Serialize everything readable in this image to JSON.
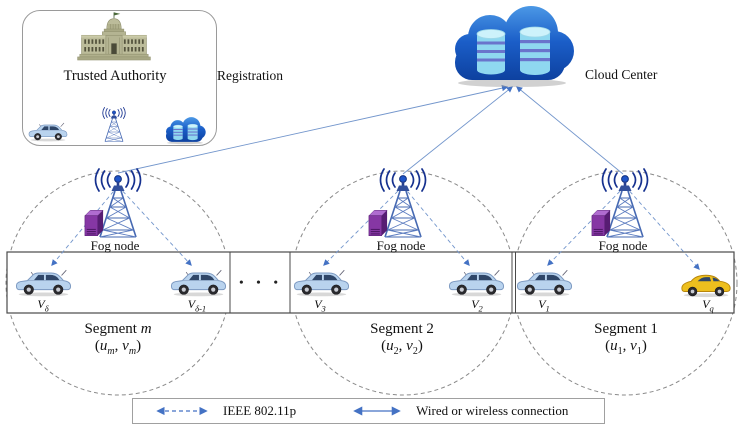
{
  "trusted_authority": {
    "title": "Trusted Authority",
    "registration": "Registration"
  },
  "cloud": {
    "label": "Cloud Center"
  },
  "segments": [
    {
      "fog_label": "Fog node",
      "name_text": "Segment",
      "name_var": "m",
      "pair": [
        "(",
        "u",
        "m",
        ", ",
        "v",
        "m",
        ")"
      ],
      "vehicles": [
        {
          "base": "V",
          "sub": "δ"
        },
        {
          "base": "V",
          "sub": "δ-1"
        }
      ]
    },
    {
      "fog_label": "Fog node",
      "name_text": "Segment",
      "name_var": "2",
      "pair": [
        "(",
        "u",
        "2",
        ", ",
        "v",
        "2",
        ")"
      ],
      "vehicles": [
        {
          "base": "V",
          "sub": "3"
        },
        {
          "base": "V",
          "sub": "2"
        }
      ]
    },
    {
      "fog_label": "Fog node",
      "name_text": "Segment",
      "name_var": "1",
      "pair": [
        "(",
        "u",
        "1",
        ", ",
        "v",
        "1",
        ")"
      ],
      "vehicles": [
        {
          "base": "V",
          "sub": "1"
        },
        {
          "base": "V",
          "sub": "q"
        }
      ]
    }
  ],
  "ellipsis": "• • •",
  "legend": {
    "ieee": "IEEE 802.11p",
    "wired": "Wired or wireless connection"
  },
  "colors": {
    "connection_blue": "#4472c4",
    "registration_arrow_orange": "#e0501e",
    "coverage_circle_gray": "#8a8a8a",
    "cloud_blue": "#1256c0",
    "fog_server_purple": "#8637a4",
    "vehicle_blue": "#b9d3ee",
    "vehicle_yellow": "#edbf1e"
  }
}
